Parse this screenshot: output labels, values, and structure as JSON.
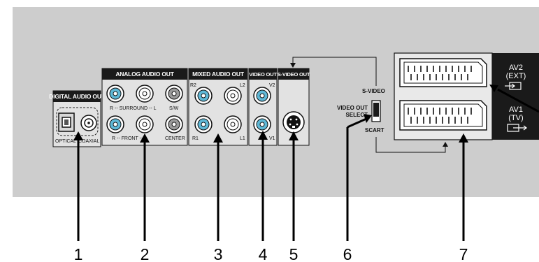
{
  "section_labels": {
    "digital_audio_out": "DIGITAL AUDIO OUT",
    "analog_audio_out": "ANALOG AUDIO OUT",
    "mixed_audio_out": "MIXED AUDIO OUT",
    "video_out": "VIDEO OUT",
    "s_video_out": "S-VIDEO OUT"
  },
  "jack_labels": {
    "optical": "OPTICAL",
    "coaxial": "COAXIAL",
    "surround": "R -- SURROUND -- L",
    "front": "R -- FRONT -- L",
    "sw": "S/W",
    "center": "CENTER",
    "r2": "R2",
    "l2": "L2",
    "r1": "R1",
    "l1": "L1",
    "v2": "V2",
    "v1": "V1"
  },
  "switch_labels": {
    "s_video": "S-VIDEO",
    "video_out_select_line1": "VIDEO OUT",
    "video_out_select_line2": "SELECT",
    "scart": "SCART"
  },
  "scart_labels": {
    "av2_line1": "AV2",
    "av2_line2": "(EXT)",
    "av1_line1": "AV1",
    "av1_line2": "(TV)"
  },
  "callouts": [
    "1",
    "2",
    "3",
    "4",
    "5",
    "6",
    "7"
  ],
  "colors": {
    "panel": "#cdcdcd",
    "header_bar": "#1a1a1a",
    "jack_blue": "#5fb8d6",
    "outline": "#111111"
  }
}
